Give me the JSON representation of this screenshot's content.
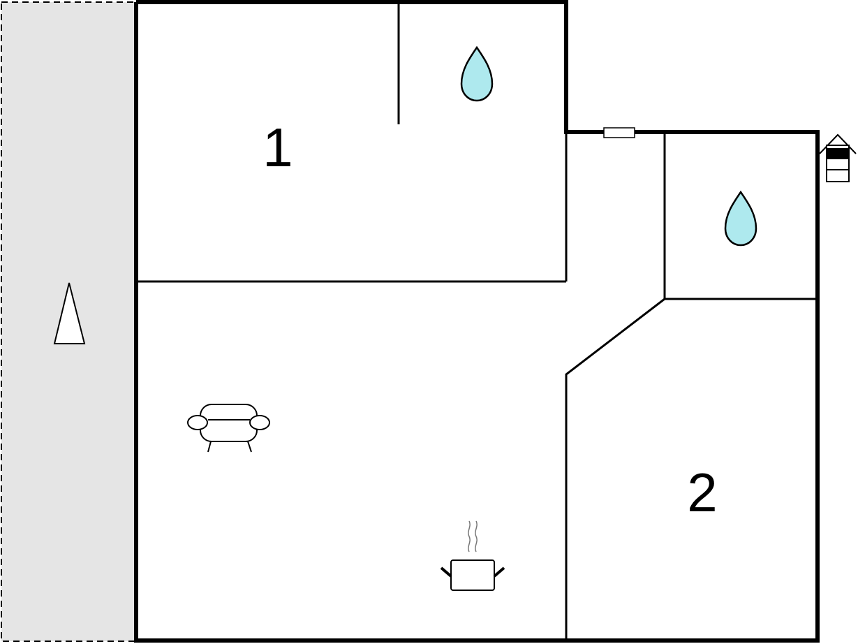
{
  "colors": {
    "wall": "#000000",
    "terrace": "#e5e5e5",
    "water": "#aee9ee",
    "background": "#ffffff"
  },
  "rooms": [
    {
      "label": "1",
      "kind": "bedroom"
    },
    {
      "label": "2",
      "kind": "bedroom"
    }
  ],
  "symbols": {
    "north_arrow": "north-arrow-icon",
    "water_room_1": "water-drop-icon",
    "water_room_2": "water-drop-icon",
    "living_area": "armchair-icon",
    "kitchen": "cooking-pot-icon",
    "entrance": "house-entrance-icon"
  }
}
